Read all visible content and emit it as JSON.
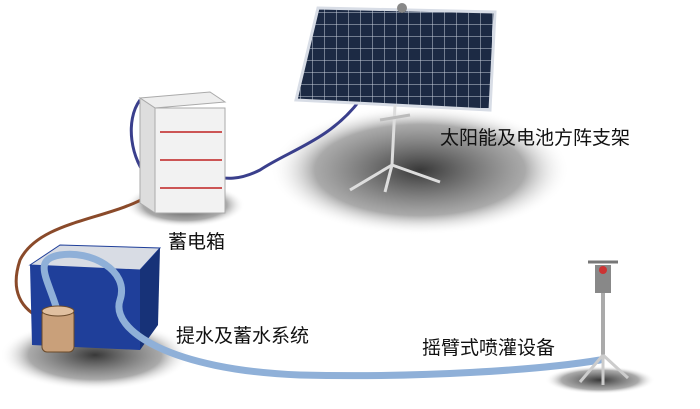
{
  "labels": {
    "solar": "太阳能及电池方阵支架",
    "battery": "蓄电箱",
    "water": "提水及蓄水系统",
    "sprinkler": "摇臂式喷灌设备"
  },
  "colors": {
    "panel": "#1c2a44",
    "hose": "#8fb0d8",
    "cable_blue": "#3a3f8c",
    "cable_brown": "#8a4a2a",
    "tank": "#1f3f9a",
    "shadow": "#2a2a2a"
  }
}
